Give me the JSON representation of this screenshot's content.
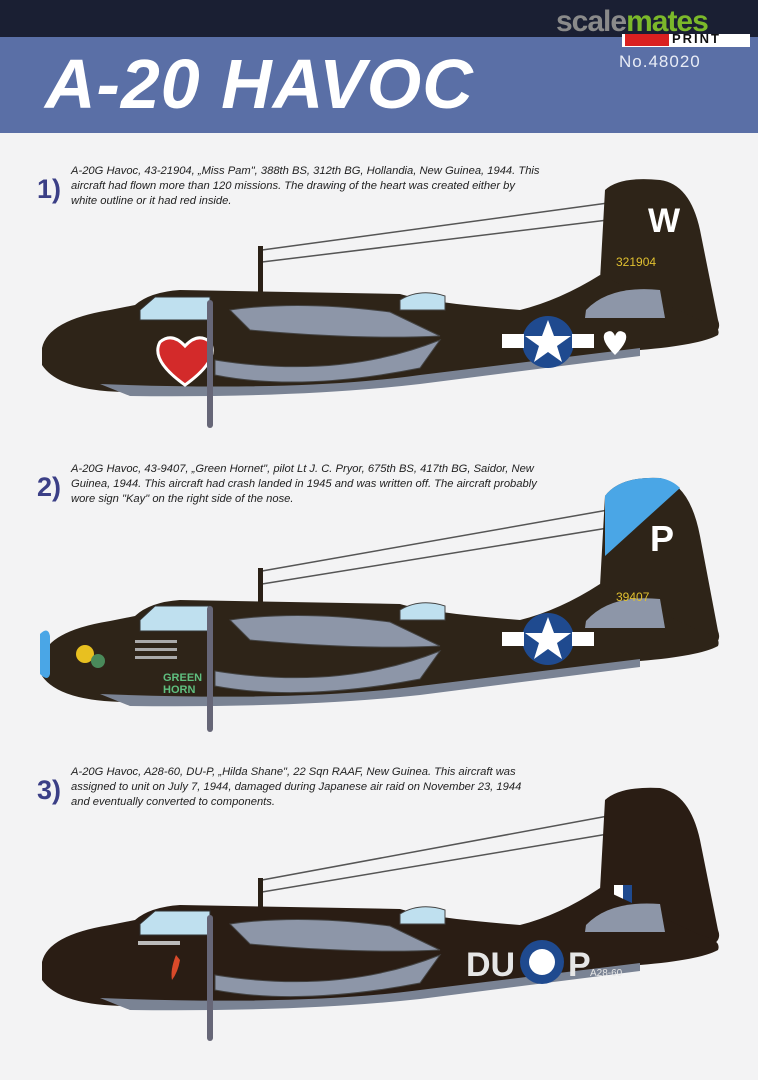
{
  "header": {
    "title": "A-20 HAVOC",
    "watermark_part1": "scale",
    "watermark_part2": "mates",
    "brand": "PRINT",
    "kit_number": "No.48020"
  },
  "colors": {
    "banner": "#5a6fa6",
    "topbar": "#1a1f33",
    "olive_drab": "#2e2418",
    "neutral_gray": "#8d96a8",
    "insignia_blue": "#1f4a8f",
    "number_color": "#3b3f86"
  },
  "profiles": [
    {
      "number": "1)",
      "description": "A-20G Havoc, 43-21904, „Miss Pam\", 388th BS, 312th BG, Hollandia, New Guinea, 1944. This aircraft had flown more than 120 missions. The drawing of the heart was created either by white outline or it had red inside.",
      "tail_serial": "321904",
      "tail_letter": "W",
      "insignia": "USAAF star and bar",
      "nose_art": "heart-miss-pam"
    },
    {
      "number": "2)",
      "description": "A-20G Havoc, 43-9407, „Green Hornet\", pilot Lt J. C. Pryor, 675th BS, 417th BG, Saidor, New Guinea, 1944. This aircraft had crash landed in 1945 and was written off. The aircraft probably wore sign \"Kay\" on the right side of the nose.",
      "tail_serial": "39407",
      "tail_letter": "P",
      "insignia": "USAAF star and bar",
      "nose_art": "green-hornet"
    },
    {
      "number": "3)",
      "description": "A-20G Havoc, A28-60, DU-P, „Hilda Shane\", 22 Sqn RAAF, New Guinea. This aircraft was assigned to unit on July 7, 1944, damaged during Japanese air raid on November 23, 1944 and eventually converted to components.",
      "code_left": "DU",
      "code_right": "P",
      "serial": "A28-60",
      "insignia": "RAAF roundel",
      "nose_art": "hilda-shane"
    }
  ]
}
